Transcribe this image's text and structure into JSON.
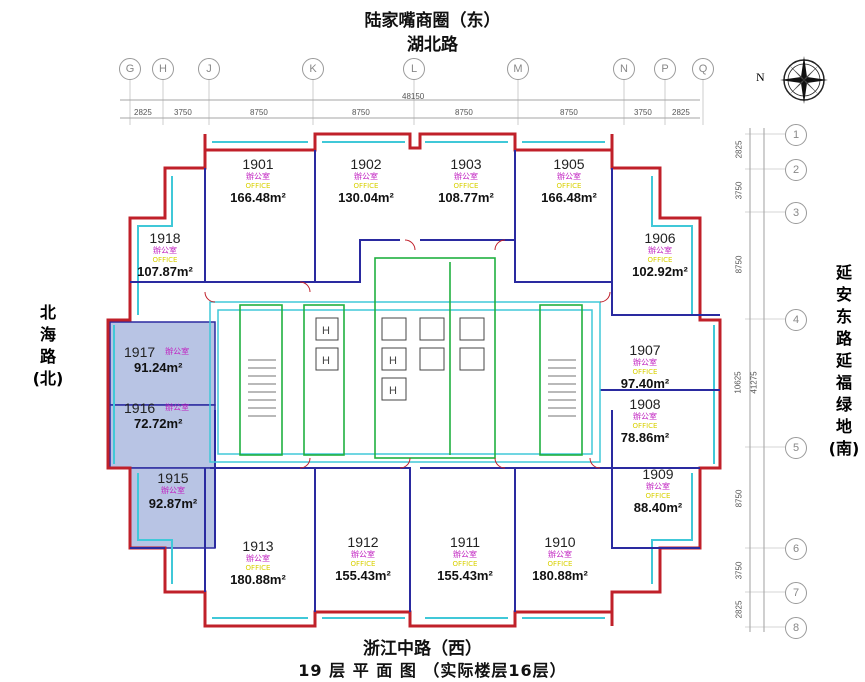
{
  "streets": {
    "top_1": "陆家嘴商圈（东）",
    "top_2": "湖北路",
    "left": [
      "北",
      "海",
      "路",
      "(北)"
    ],
    "right": [
      "延",
      "安",
      "东",
      "路",
      "延",
      "福",
      "绿",
      "地",
      "(南)"
    ],
    "bottom": "浙江中路（西）"
  },
  "caption": "19 层 平 面 图 （实际楼层16层）",
  "compass_label": "N",
  "grid_top": [
    "G",
    "H",
    "J",
    "K",
    "L",
    "M",
    "N",
    "P",
    "Q"
  ],
  "grid_right": [
    "1",
    "2",
    "3",
    "4",
    "5",
    "6",
    "7",
    "8"
  ],
  "dims_top": [
    "2825",
    "3750",
    "8750",
    "8750",
    "8750",
    "8750",
    "3750",
    "2825"
  ],
  "dim_total_top": "48150",
  "dims_right": [
    "2825",
    "3750",
    "8750",
    "10625",
    "8750",
    "3750",
    "2825"
  ],
  "dim_total_right": "41275",
  "usage_cn": "辦公室",
  "usage_en": "OFFICE",
  "rooms": [
    {
      "id": "1901",
      "area": "166.48m²"
    },
    {
      "id": "1902",
      "area": "130.04m²"
    },
    {
      "id": "1903",
      "area": "108.77m²"
    },
    {
      "id": "1905",
      "area": "166.48m²"
    },
    {
      "id": "1906",
      "area": "102.92m²"
    },
    {
      "id": "1907",
      "area": "97.40m²"
    },
    {
      "id": "1908",
      "area": "78.86m²"
    },
    {
      "id": "1909",
      "area": "88.40m²"
    },
    {
      "id": "1910",
      "area": "180.88m²"
    },
    {
      "id": "1911",
      "area": "155.43m²"
    },
    {
      "id": "1912",
      "area": "155.43m²"
    },
    {
      "id": "1913",
      "area": "180.88m²"
    },
    {
      "id": "1915",
      "area": "92.87m²"
    },
    {
      "id": "1916",
      "area": "72.72m²"
    },
    {
      "id": "1917",
      "area": "91.24m²"
    },
    {
      "id": "1918",
      "area": "107.87m²"
    }
  ],
  "highlighted_rooms": [
    "1915",
    "1916",
    "1917"
  ],
  "colors": {
    "outer_wall": "#c0202a",
    "inner_wall": "#2a2aa0",
    "glass": "#40c8d8",
    "core": "#20b040",
    "highlight": "#b8c4e4"
  }
}
